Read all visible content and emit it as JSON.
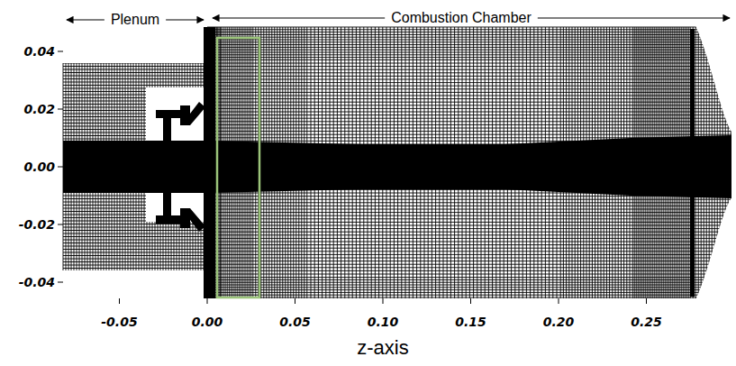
{
  "diagram": {
    "labels": [
      "Plenum",
      "Combustion Chamber",
      "0.04",
      "0.02",
      "0.00",
      "-0.02",
      "-0.04",
      "-0.05",
      "0.00",
      "0.05",
      "0.10",
      "0.15",
      "0.20",
      "0.25",
      "z-axis"
    ]
  }
}
